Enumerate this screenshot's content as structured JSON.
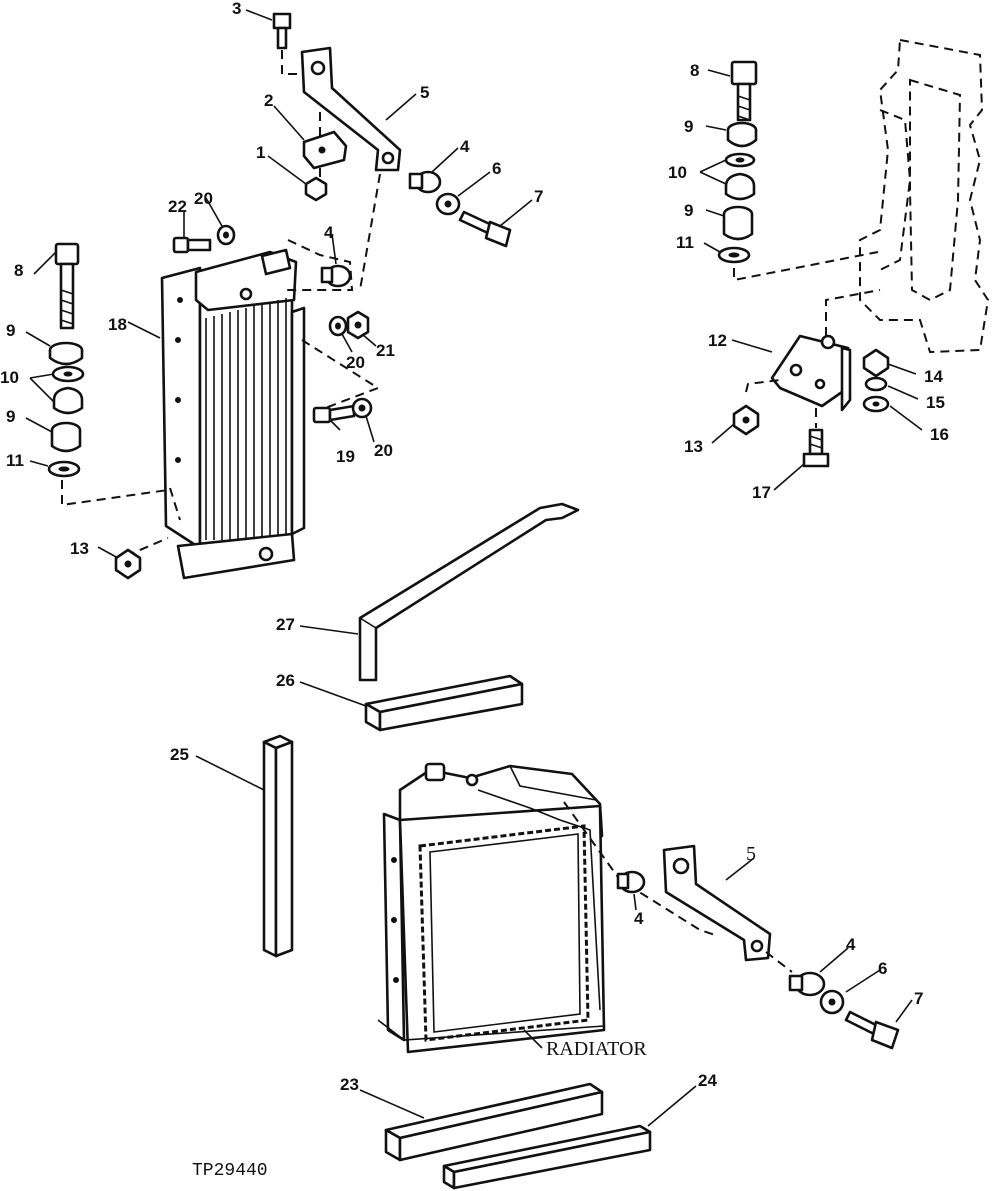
{
  "figure_code": "TP29440",
  "component_label": "RADIATOR",
  "callouts": {
    "c1": "1",
    "c2": "2",
    "c3": "3",
    "c4a": "4",
    "c4b": "4",
    "c4c": "4",
    "c4d": "4",
    "c5a": "5",
    "c5b": "5",
    "c6a": "6",
    "c6b": "6",
    "c7a": "7",
    "c7b": "7",
    "c8a": "8",
    "c8b": "8",
    "c9a": "9",
    "c9b": "9",
    "c9c": "9",
    "c9d": "9",
    "c10a": "10",
    "c10b": "10",
    "c11a": "11",
    "c11b": "11",
    "c12": "12",
    "c13a": "13",
    "c13b": "13",
    "c14": "14",
    "c15": "15",
    "c16": "16",
    "c17": "17",
    "c18": "18",
    "c19": "19",
    "c20a": "20",
    "c20b": "20",
    "c20c": "20",
    "c21": "21",
    "c22": "22",
    "c23": "23",
    "c24": "24",
    "c25": "25",
    "c26": "26",
    "c27": "27"
  }
}
